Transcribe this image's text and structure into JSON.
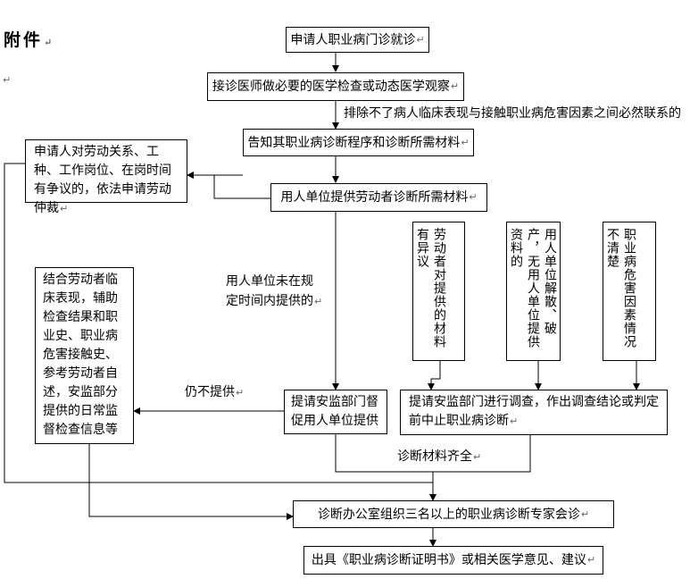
{
  "title": "附件",
  "mark": "↵",
  "steps": {
    "apply": "申请人职业病门诊就诊",
    "exam": "接诊医师做必要的医学检查或动态医学观察",
    "exclusion_note": "排除不了病人临床表现与接触职业病危害因素之间必然联系的",
    "inform": "告知其职业病诊断程序和诊断所需材料",
    "employer_provide": "用人单位提供劳动者诊断所需材料",
    "dispute": "申请人对劳动关系、工种、工作岗位、在岗时间有争议的，依法申请劳动仲裁",
    "employer_late": "用人单位未在规定时间内提供的",
    "combine": "结合劳动者临床表现，辅助检查结果和职业史、职业病危害接触史、参考劳动者自述，安监部分提供的日常监督检查信息等",
    "still_not": "仍不提供",
    "supervise": "提请安监部门督促用人单位提供",
    "objection": "劳动者对提供的材料有异议",
    "bankrupt": "用人单位解散、破产，无用人单位提供资料的",
    "unclear": "职业病危害因素情况不清楚",
    "investigate": "提请安监部门进行调查，作出调查结论或判定前中止职业病诊断",
    "complete": "诊断材料齐全",
    "panel": "诊断办公室组织三名以上的职业病诊断专家会诊",
    "issue": "出具《职业病诊断证明书》或相关医学意见、建议"
  }
}
